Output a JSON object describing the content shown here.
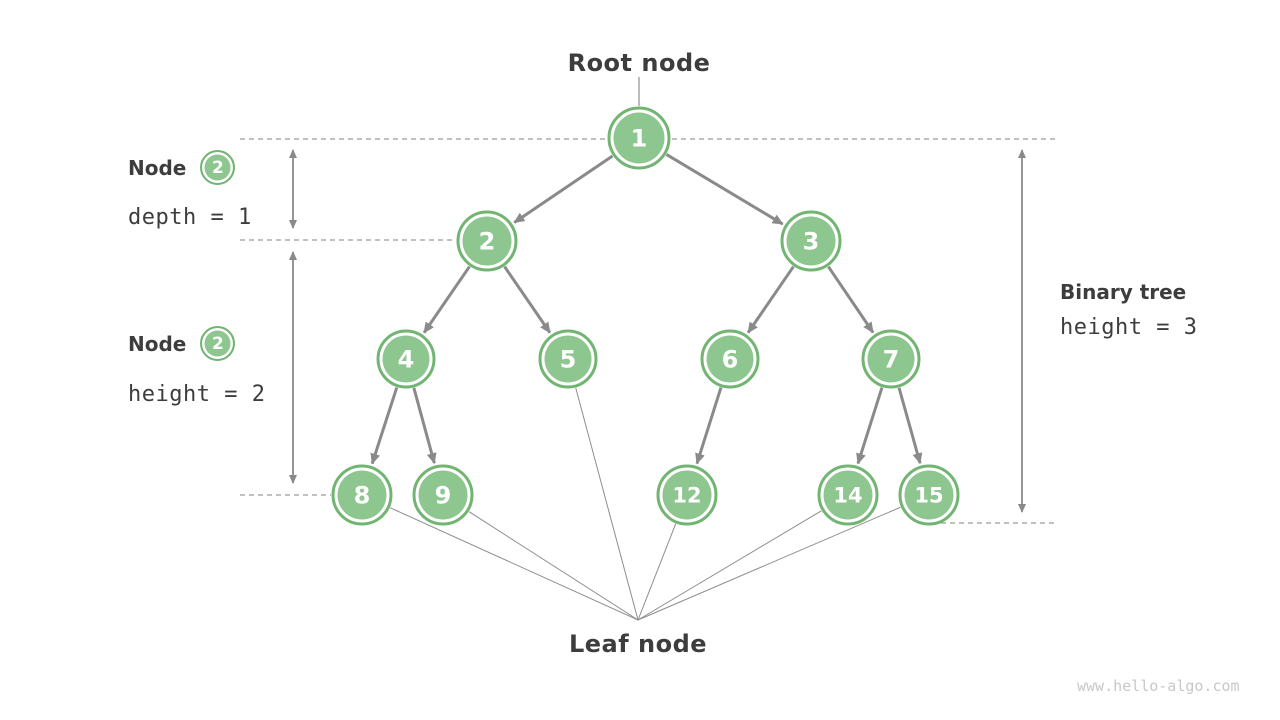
{
  "labels": {
    "root": "Root node",
    "leaf": "Leaf node"
  },
  "annotations": {
    "node_depth": {
      "title": "Node",
      "badge": "2",
      "formula": "depth = 1"
    },
    "node_height": {
      "title": "Node",
      "badge": "2",
      "formula": "height = 2"
    },
    "tree_height": {
      "title": "Binary tree",
      "formula": "height = 3"
    }
  },
  "watermark": "www.hello-algo.com",
  "tree": {
    "nodes": [
      {
        "id": "1",
        "value": "1"
      },
      {
        "id": "2",
        "value": "2"
      },
      {
        "id": "3",
        "value": "3"
      },
      {
        "id": "4",
        "value": "4"
      },
      {
        "id": "5",
        "value": "5"
      },
      {
        "id": "6",
        "value": "6"
      },
      {
        "id": "7",
        "value": "7"
      },
      {
        "id": "8",
        "value": "8"
      },
      {
        "id": "9",
        "value": "9"
      },
      {
        "id": "12",
        "value": "12"
      },
      {
        "id": "14",
        "value": "14"
      },
      {
        "id": "15",
        "value": "15"
      }
    ],
    "edges": [
      [
        "1",
        "2"
      ],
      [
        "1",
        "3"
      ],
      [
        "2",
        "4"
      ],
      [
        "2",
        "5"
      ],
      [
        "3",
        "6"
      ],
      [
        "3",
        "7"
      ],
      [
        "4",
        "8"
      ],
      [
        "4",
        "9"
      ],
      [
        "6",
        "12"
      ],
      [
        "7",
        "14"
      ],
      [
        "7",
        "15"
      ]
    ],
    "leaves": [
      "8",
      "9",
      "5",
      "12",
      "14",
      "15"
    ]
  },
  "colors": {
    "node_fill": "#8ec690",
    "node_ring": "#72b572",
    "node_text": "#ffffff",
    "edge": "#8a8a8a",
    "guide": "#9b9b9b",
    "thin_line": "#8d8d8d",
    "text": "#3d3d3d",
    "watermark": "#c8c8c8"
  }
}
